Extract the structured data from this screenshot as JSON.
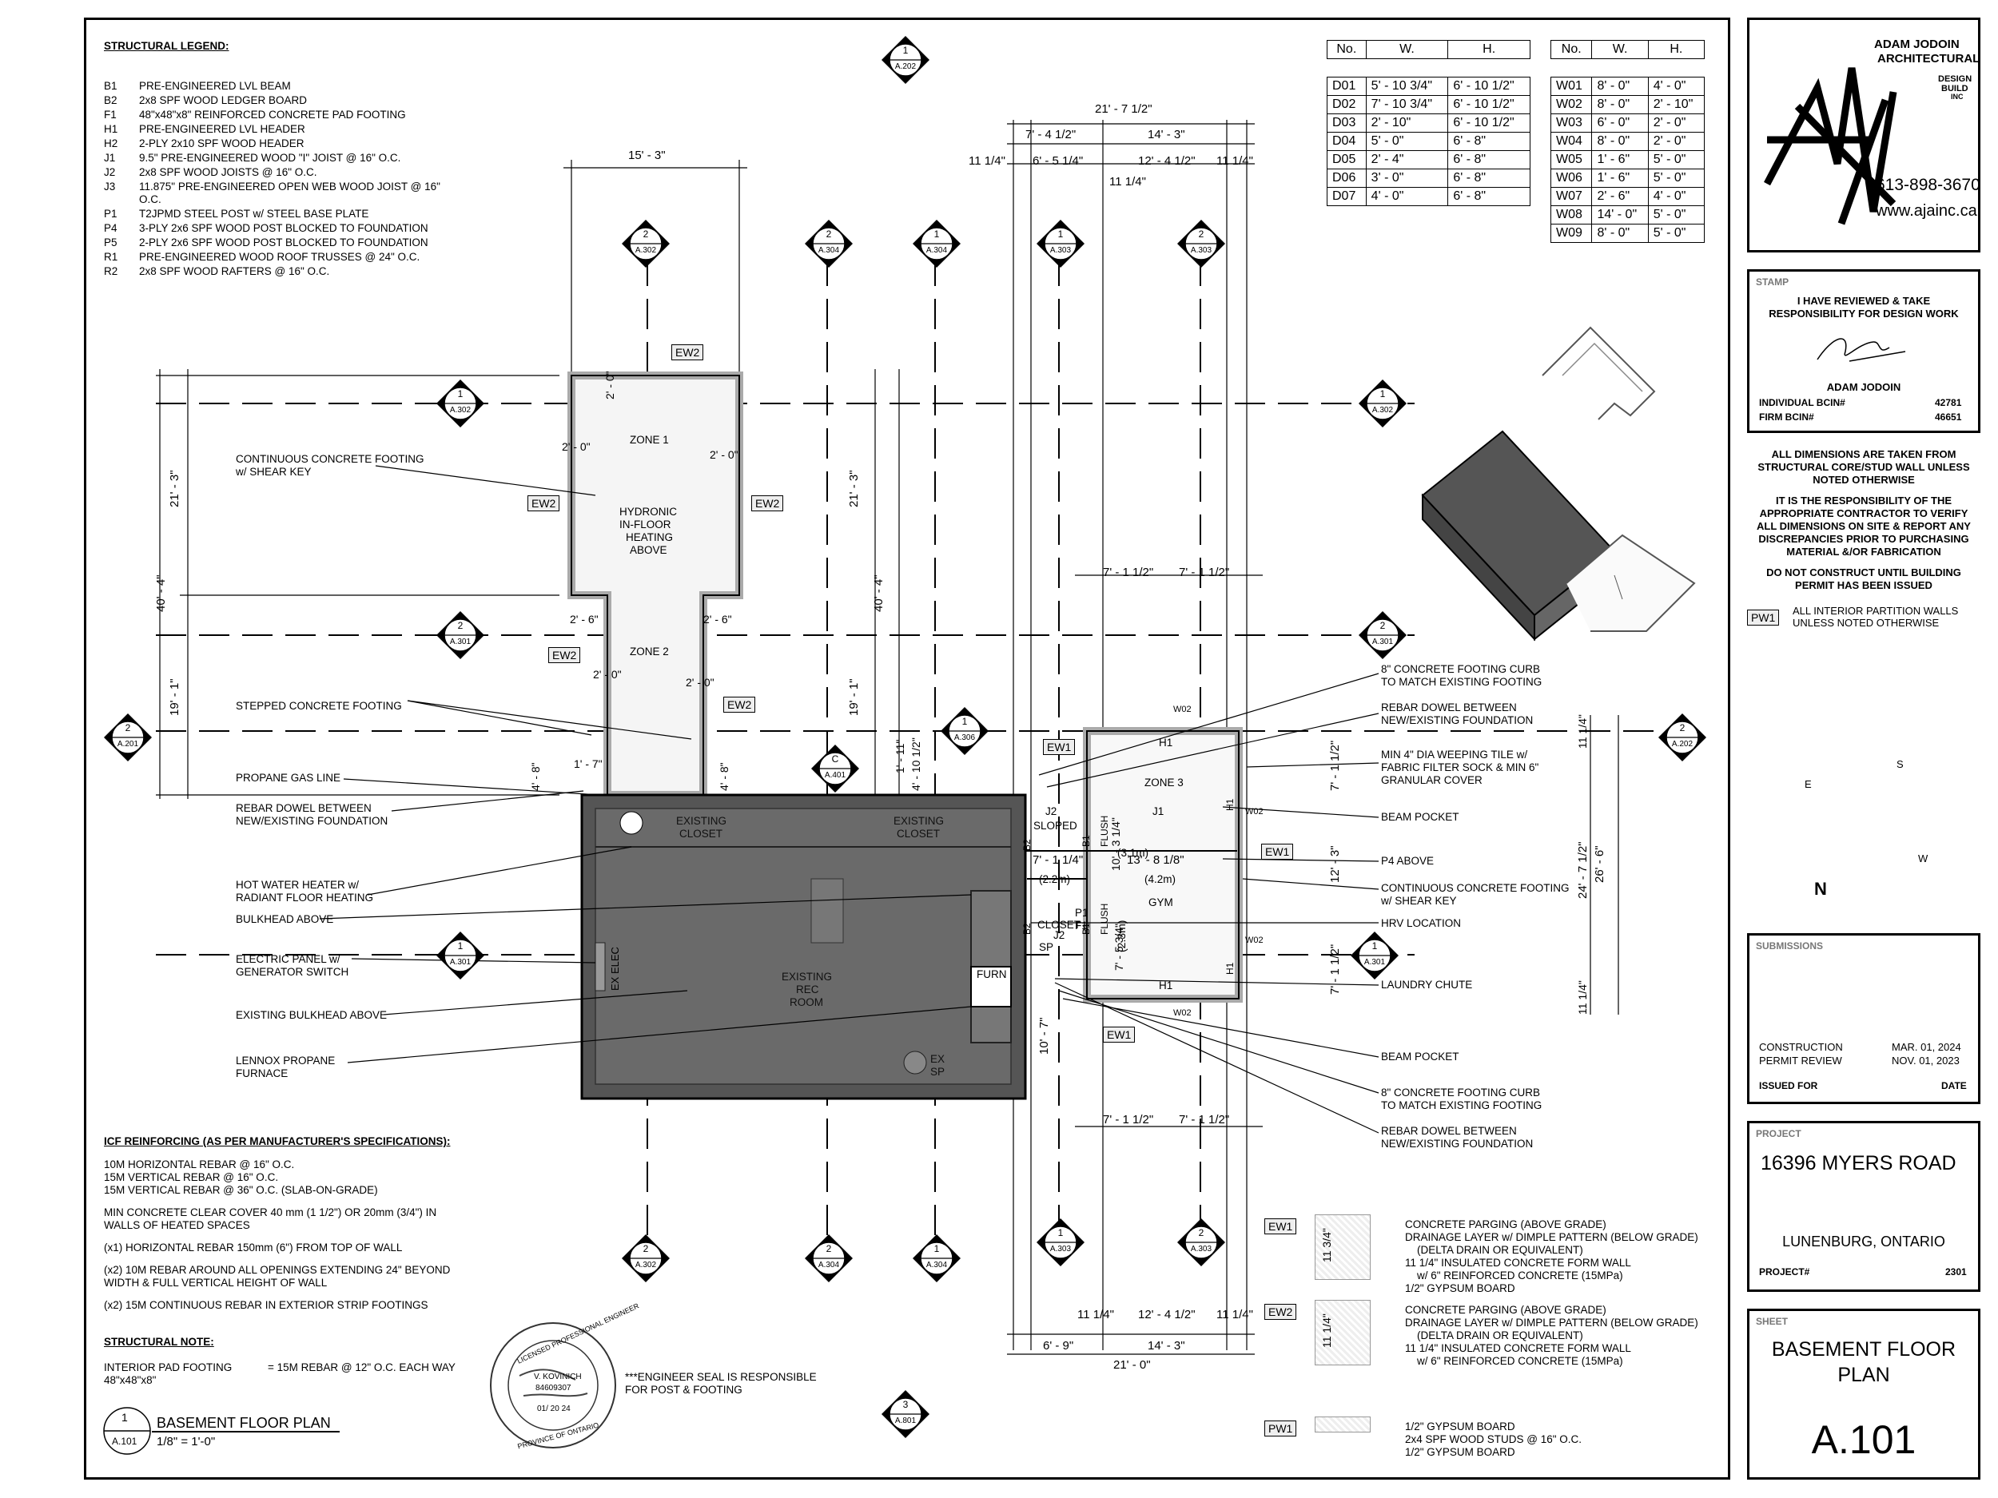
{
  "legend": {
    "title": "STRUCTURAL LEGEND:",
    "items": [
      {
        "code": "B1",
        "desc": "PRE-ENGINEERED LVL BEAM"
      },
      {
        "code": "B2",
        "desc": "2x8 SPF WOOD LEDGER BOARD"
      },
      {
        "code": "F1",
        "desc": "48\"x48\"x8\" REINFORCED CONCRETE PAD FOOTING"
      },
      {
        "code": "H1",
        "desc": "PRE-ENGINEERED LVL HEADER"
      },
      {
        "code": "H2",
        "desc": "2-PLY 2x10 SPF WOOD HEADER"
      },
      {
        "code": "J1",
        "desc": "9.5\" PRE-ENGINEERED WOOD \"I\" JOIST @ 16\" O.C."
      },
      {
        "code": "J2",
        "desc": "2x8 SPF WOOD JOISTS @ 16\" O.C."
      },
      {
        "code": "J3",
        "desc": "11.875\" PRE-ENGINEERED OPEN WEB WOOD JOIST @ 16\"",
        "desc2": "O.C."
      },
      {
        "code": "P1",
        "desc": "T2JPMD STEEL POST w/ STEEL BASE PLATE"
      },
      {
        "code": "P4",
        "desc": "3-PLY 2x6 SPF WOOD POST BLOCKED TO FOUNDATION"
      },
      {
        "code": "P5",
        "desc": "2-PLY 2x6 SPF WOOD POST BLOCKED TO FOUNDATION"
      },
      {
        "code": "R1",
        "desc": "PRE-ENGINEERED WOOD ROOF TRUSSES @ 24\" O.C."
      },
      {
        "code": "R2",
        "desc": "2x8 SPF WOOD RAFTERS @ 16\" O.C."
      }
    ]
  },
  "door_schedule": {
    "headers": [
      "No.",
      "W.",
      "H."
    ],
    "rows": [
      [
        "D01",
        "5' - 10 3/4\"",
        "6' - 10 1/2\""
      ],
      [
        "D02",
        "7' - 10 3/4\"",
        "6' - 10 1/2\""
      ],
      [
        "D03",
        "2' - 10\"",
        "6' - 10 1/2\""
      ],
      [
        "D04",
        "5' - 0\"",
        "6' - 8\""
      ],
      [
        "D05",
        "2' - 4\"",
        "6' - 8\""
      ],
      [
        "D06",
        "3' - 0\"",
        "6' - 8\""
      ],
      [
        "D07",
        "4' - 0\"",
        "6' - 8\""
      ]
    ]
  },
  "window_schedule": {
    "headers": [
      "No.",
      "W.",
      "H."
    ],
    "rows": [
      [
        "W01",
        "8' - 0\"",
        "4' - 0\""
      ],
      [
        "W02",
        "8' - 0\"",
        "2' - 10\""
      ],
      [
        "W03",
        "6' - 0\"",
        "2' - 0\""
      ],
      [
        "W04",
        "8' - 0\"",
        "2' - 0\""
      ],
      [
        "W05",
        "1' - 6\"",
        "5' - 0\""
      ],
      [
        "W06",
        "1' - 6\"",
        "5' - 0\""
      ],
      [
        "W07",
        "2' - 6\"",
        "4' - 0\""
      ],
      [
        "W08",
        "14' - 0\"",
        "5' - 0\""
      ],
      [
        "W09",
        "8' - 0\"",
        "5' - 0\""
      ]
    ]
  },
  "firm": {
    "name1": "ADAM JODOIN",
    "name2": "ARCHITECTURAL",
    "sub1": "DESIGN",
    "sub2": "BUILD",
    "sub3": "INC",
    "phone": "613-898-3670",
    "web": "www.ajainc.ca"
  },
  "stamp": {
    "caption": "STAMP",
    "line1": "I HAVE REVIEWED & TAKE",
    "line2": "RESPONSIBILITY FOR DESIGN WORK",
    "name": "ADAM JODOIN",
    "bcin_label": "INDIVIDUAL BCIN#",
    "bcin": "42781",
    "firm_bcin_label": "FIRM BCIN#",
    "firm_bcin": "46651"
  },
  "general_notes": [
    [
      "ALL DIMENSIONS ARE TAKEN FROM",
      "STRUCTURAL CORE/STUD WALL UNLESS",
      "NOTED OTHERWISE"
    ],
    [
      "IT IS THE RESPONSIBILITY OF THE",
      "APPROPRIATE CONTRACTOR TO VERIFY",
      "ALL DIMENSIONS ON SITE & REPORT ANY",
      "DISCREPANCIES PRIOR TO PURCHASING",
      "MATERIAL &/OR FABRICATION"
    ],
    [
      "DO NOT CONSTRUCT UNTIL BUILDING",
      "PERMIT HAS BEEN ISSUED"
    ]
  ],
  "pw1_note": {
    "tag": "PW1",
    "line1": "ALL INTERIOR PARTITION WALLS",
    "line2": "UNLESS NOTED OTHERWISE"
  },
  "submissions": {
    "caption": "SUBMISSIONS",
    "rows": [
      [
        "CONSTRUCTION",
        "MAR. 01, 2024"
      ],
      [
        "PERMIT REVIEW",
        "NOV. 01, 2023"
      ]
    ],
    "footer_left": "ISSUED FOR",
    "footer_right": "DATE"
  },
  "project": {
    "caption": "PROJECT",
    "address": "16396 MYERS ROAD",
    "city": "LUNENBURG, ONTARIO",
    "num_label": "PROJECT#",
    "num": "2301"
  },
  "sheet": {
    "caption": "SHEET",
    "title1": "BASEMENT FLOOR",
    "title2": "PLAN",
    "number": "A.101"
  },
  "icf": {
    "title": "ICF REINFORCING (AS PER MANUFACTURER'S SPECIFICATIONS):",
    "lines": [
      "10M HORIZONTAL REBAR @ 16\" O.C.",
      "15M VERTICAL REBAR @ 16\" O.C.",
      "15M VERTICAL REBAR @ 36\" O.C. (SLAB-ON-GRADE)",
      "",
      "MIN CONCRETE CLEAR COVER 40 mm (1 1/2\") OR 20mm (3/4\") IN",
      "WALLS OF HEATED SPACES",
      "",
      "(x1) HORIZONTAL REBAR 150mm (6\") FROM TOP OF WALL",
      "",
      "(x2) 10M REBAR AROUND ALL OPENINGS EXTENDING 24\" BEYOND",
      "WIDTH & FULL VERTICAL HEIGHT OF WALL",
      "",
      "(x2) 15M CONTINUOUS REBAR IN EXTERIOR STRIP FOOTINGS"
    ]
  },
  "structural_note": {
    "title": "STRUCTURAL NOTE:",
    "l1": "INTERIOR PAD FOOTING",
    "l2": "48\"x48\"x8\"",
    "r1": "= 15M REBAR @ 12\" O.C. EACH WAY"
  },
  "engineer_note": {
    "l1": "***ENGINEER SEAL IS RESPONSIBLE",
    "l2": "FOR POST & FOOTING"
  },
  "seal": {
    "l1": "LICENSED PROFESSIONAL ENGINEER",
    "l2": "V. KOVINICH",
    "l3": "84609307",
    "l4": "PROVINCE OF ONTARIO",
    "date": "01/ 20 24"
  },
  "title_mark": {
    "num": "1",
    "sheet": "A.101",
    "title": "BASEMENT FLOOR PLAN",
    "scale": "1/8\" = 1'-0\""
  },
  "left_callouts": [
    [
      "CONTINUOUS CONCRETE FOOTING",
      "w/ SHEAR KEY"
    ],
    [
      "STEPPED CONCRETE FOOTING"
    ],
    [
      "PROPANE GAS LINE"
    ],
    [
      "REBAR DOWEL BETWEEN",
      "NEW/EXISTING FOUNDATION"
    ],
    [
      "HOT WATER HEATER w/",
      "RADIANT FLOOR HEATING"
    ],
    [
      "BULKHEAD ABOVE"
    ],
    [
      "ELECTRIC PANEL w/",
      "GENERATOR SWITCH"
    ],
    [
      "EXISTING BULKHEAD ABOVE"
    ],
    [
      "LENNOX PROPANE",
      "FURNACE"
    ]
  ],
  "right_callouts": [
    [
      "8\" CONCRETE FOOTING CURB",
      "TO MATCH EXISTING FOOTING"
    ],
    [
      "REBAR DOWEL BETWEEN",
      "NEW/EXISTING FOUNDATION"
    ],
    [
      "MIN 4\" DIA WEEPING TILE w/",
      "FABRIC FILTER SOCK & MIN 6\"",
      "GRANULAR COVER"
    ],
    [
      "BEAM POCKET"
    ],
    [
      "P4 ABOVE"
    ],
    [
      "CONTINUOUS CONCRETE FOOTING",
      "w/ SHEAR KEY"
    ],
    [
      "HRV LOCATION"
    ],
    [
      "LAUNDRY CHUTE"
    ],
    [
      "BEAM POCKET"
    ],
    [
      "8\" CONCRETE FOOTING CURB",
      "TO MATCH EXISTING FOOTING"
    ],
    [
      "REBAR DOWEL BETWEEN",
      "NEW/EXISTING FOUNDATION"
    ]
  ],
  "wall_types": [
    {
      "tag": "EW1",
      "thk": "11 3/4\"",
      "lines": [
        "CONCRETE PARGING (ABOVE GRADE)",
        "DRAINAGE LAYER w/ DIMPLE PATTERN (BELOW GRADE)",
        "(DELTA DRAIN OR EQUIVALENT)",
        "11 1/4\" INSULATED CONCRETE FORM WALL",
        "w/ 6\" REINFORCED CONCRETE (15MPa)",
        "1/2\" GYPSUM BOARD"
      ]
    },
    {
      "tag": "EW2",
      "thk": "11 1/4\"",
      "lines": [
        "CONCRETE PARGING (ABOVE GRADE)",
        "DRAINAGE LAYER w/ DIMPLE PATTERN (BELOW GRADE)",
        "(DELTA DRAIN OR EQUIVALENT)",
        "11 1/4\" INSULATED CONCRETE FORM WALL",
        "w/ 6\" REINFORCED CONCRETE (15MPa)"
      ]
    },
    {
      "tag": "PW1",
      "thk": "",
      "lines": [
        "1/2\" GYPSUM BOARD",
        "2x4 SPF WOOD STUDS @ 16\" O.C.",
        "1/2\" GYPSUM BOARD"
      ]
    }
  ],
  "rooms": {
    "zone1": "ZONE 1",
    "hydronic": [
      "HYDRONIC",
      "IN-FLOOR",
      "HEATING",
      "ABOVE"
    ],
    "zone2": "ZONE 2",
    "zone3": "ZONE 3",
    "closet1": [
      "EXISTING",
      "CLOSET"
    ],
    "closet2": [
      "EXISTING",
      "CLOSET"
    ],
    "rec": [
      "EXISTING",
      "REC",
      "ROOM"
    ],
    "gym": "GYM",
    "closet3": "CLOSET",
    "sloped": "SLOPED",
    "furn": "FURN",
    "ex_elec": "EX ELEC",
    "ex_sp": [
      "EX",
      "SP"
    ],
    "j1": "J1",
    "j2": "J2",
    "j2b": "J2",
    "h1a": "H1",
    "h1b": "H1",
    "h1c": "H1",
    "h1d": "H1",
    "b1": "B1",
    "b1b": "B1",
    "b2": "B2",
    "b2b": "B2",
    "p1": "P1",
    "f1": "F1",
    "sp": "SP",
    "flush": "FLUSH",
    "flush2": "FLUSH",
    "m1": "(3.1m)",
    "m2": "(4.2m)",
    "m3": "(2.2m)",
    "m4": "(2.3m)"
  },
  "dims": {
    "d15_3": "15' - 3\"",
    "d21_7": "21' - 7 1/2\"",
    "d7_4": "7' - 4 1/2\"",
    "d14_3": "14' - 3\"",
    "d11_14a": "11 1/4\"",
    "d6_5": "6' - 5 1/4\"",
    "d12_4": "12' - 4 1/2\"",
    "d11_14b": "11 1/4\"",
    "d11_14c": "11 1/4\"",
    "d21_3": "21' - 3\"",
    "d40_4": "40' - 4\"",
    "d19_1": "19' - 1\"",
    "d21_3b": "21' - 3\"",
    "d40_4b": "40' - 4\"",
    "d19_1b": "19' - 1\"",
    "d2_0a": "2' - 0\"",
    "d2_0b": "2' - 0\"",
    "d2_0c": "2' - 0\"",
    "d2_6a": "2' - 6\"",
    "d2_6b": "2' - 6\"",
    "d2_0d": "2' - 0\"",
    "d2_0e": "2' - 0\"",
    "d7_1a": "7' - 1 1/2\"",
    "d7_1b": "7' - 1 1/2\"",
    "d7_1c": "7' - 1 1/2\"",
    "d7_1d": "7' - 1 1/2\"",
    "d4_8a": "4' - 8\"",
    "d1_7": "1' - 7\"",
    "d4_8b": "4' - 8\"",
    "d1_11": "1' - 11\"",
    "d4_10": "4' - 10 1/2\"",
    "d7_1_14": "7' - 1 1/4\"",
    "d10_3": "10' - 3 1/4\"",
    "d13_8": "13' - 8 1/8\"",
    "d7_5": "7' - 5 3/4\"",
    "d10_7": "10' - 7\"",
    "d12_3": "12' - 3\"",
    "d7_1e": "7' - 1 1/2\"",
    "d7_1f": "7' - 1 1/2\"",
    "d24_7": "24' - 7 1/2\"",
    "d26_6": "26' - 6\"",
    "d11_14d": "11 1/4\"",
    "d11_14e": "11 1/4\"",
    "d11_14f": "11 1/4\"",
    "d12_4b": "12' - 4 1/2\"",
    "d11_14g": "11 1/4\"",
    "d6_9": "6' - 9\"",
    "d14_3b": "14' - 3\"",
    "d21_0": "21' - 0\""
  },
  "tags": {
    "sec1": {
      "n": "1",
      "s": "A.202"
    },
    "sec2": {
      "n": "2",
      "s": "A.302"
    },
    "sec3": {
      "n": "2",
      "s": "A.304"
    },
    "sec4": {
      "n": "1",
      "s": "A.304"
    },
    "sec5": {
      "n": "1",
      "s": "A.303"
    },
    "sec6": {
      "n": "2",
      "s": "A.303"
    },
    "sec7": {
      "n": "1",
      "s": "A.302"
    },
    "sec8": {
      "n": "1",
      "s": "A.302"
    },
    "sec9": {
      "n": "2",
      "s": "A.301"
    },
    "sec10": {
      "n": "2",
      "s": "A.301"
    },
    "sec11": {
      "n": "2",
      "s": "A.201"
    },
    "sec12": {
      "n": "2",
      "s": "A.202"
    },
    "sec13": {
      "n": "1",
      "s": "A.306"
    },
    "sec14": {
      "n": "C",
      "s": "A.401"
    },
    "sec15": {
      "n": "1",
      "s": "A.301"
    },
    "sec16": {
      "n": "1",
      "s": "A.301"
    },
    "sec17": {
      "n": "2",
      "s": "A.302"
    },
    "sec18": {
      "n": "2",
      "s": "A.304"
    },
    "sec19": {
      "n": "1",
      "s": "A.304"
    },
    "sec20": {
      "n": "1",
      "s": "A.303"
    },
    "sec21": {
      "n": "2",
      "s": "A.303"
    },
    "sec22": {
      "n": "3",
      "s": "A.801"
    },
    "ew": [
      "EW2",
      "EW2",
      "EW2",
      "EW2",
      "EW2",
      "EW1",
      "EW1",
      "EW1"
    ],
    "w02": [
      "W02",
      "W02",
      "W02",
      "W02"
    ]
  },
  "compass": {
    "n": "N",
    "e": "E",
    "s": "S",
    "w": "W"
  }
}
